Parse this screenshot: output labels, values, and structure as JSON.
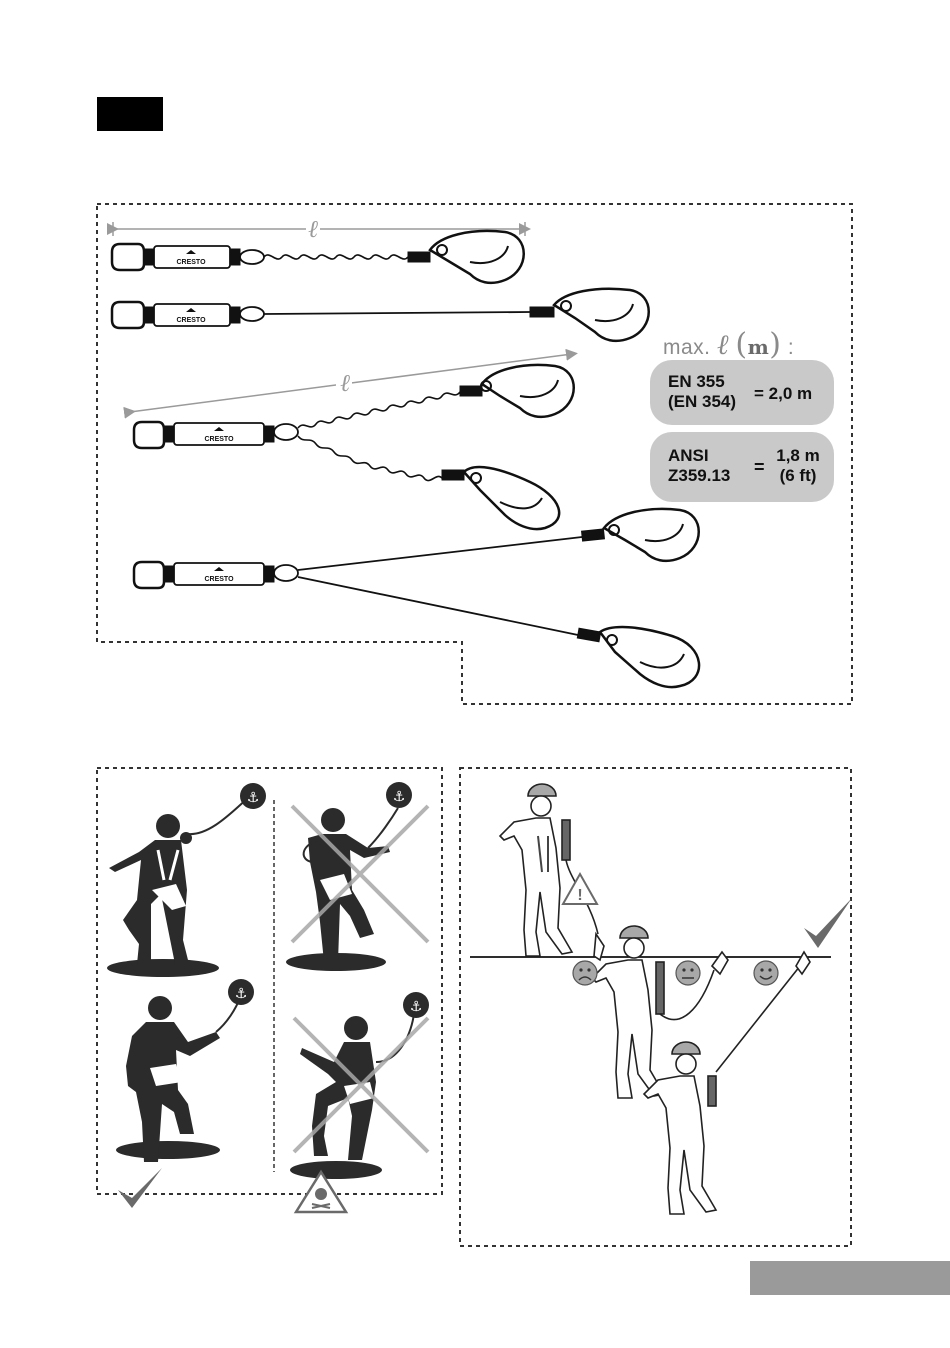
{
  "page": {
    "brand_label": "CRESTO",
    "length_symbol": "ℓ",
    "max_length": {
      "prefix": "max.",
      "symbol": "ℓ",
      "unit": "m",
      "suffix": ":"
    },
    "standards": [
      {
        "line1": "EN 355",
        "line2": "(EN 354)",
        "value": "= 2,0 m"
      },
      {
        "line1": "ANSI",
        "line2": "Z359.13",
        "equals": "=",
        "value_line1": "1,8 m",
        "value_line2": "(6 ft)"
      }
    ],
    "warning_symbol": "!",
    "colors": {
      "tab_black": "#000000",
      "tab_grey": "#9a9a9a",
      "standard_box": "#c9c9c9",
      "figure_dark": "#2b2b2b",
      "cross_grey": "#a8a8a8"
    },
    "icons": [
      "anchor-icon",
      "check-icon",
      "cross-icon",
      "danger-skull-icon",
      "warning-icon",
      "sad-face-icon",
      "neutral-face-icon",
      "happy-face-icon"
    ]
  }
}
